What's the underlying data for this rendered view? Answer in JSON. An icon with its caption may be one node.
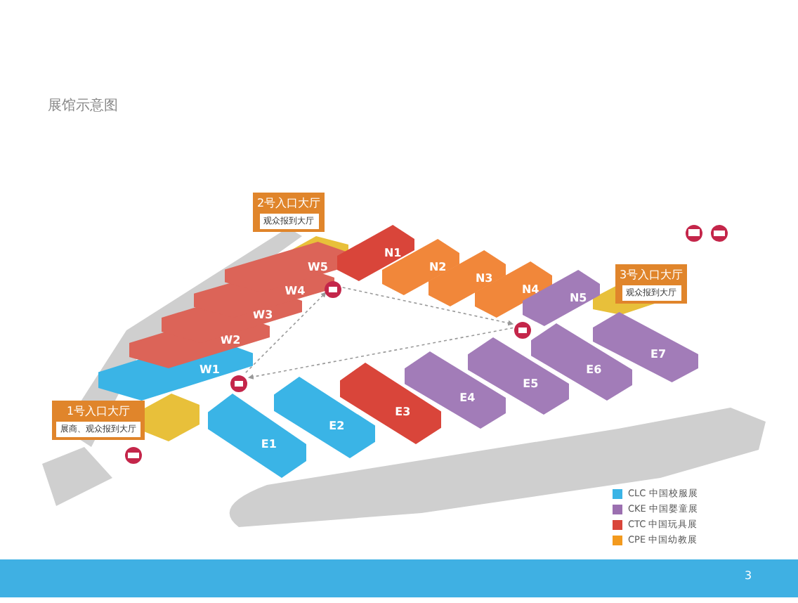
{
  "diagram": {
    "title": "展馆示意图",
    "nodes": [
      {
        "text": [
          "W1"
        ]
      },
      {
        "text": [
          "W2"
        ]
      },
      {
        "text": [
          "W3"
        ]
      },
      {
        "text": [
          "W4"
        ]
      },
      {
        "text": [
          "W5"
        ]
      },
      {
        "text": [
          "N1"
        ]
      },
      {
        "text": [
          "N2"
        ]
      },
      {
        "text": [
          "N3"
        ]
      },
      {
        "text": [
          "N4"
        ]
      },
      {
        "text": [
          "N5"
        ]
      },
      {
        "text": [
          "E1"
        ]
      },
      {
        "text": [
          "E2"
        ]
      },
      {
        "text": [
          "E3"
        ]
      },
      {
        "text": [
          "E4"
        ]
      },
      {
        "text": [
          "E5"
        ]
      },
      {
        "text": [
          "E6"
        ]
      },
      {
        "text": [
          "E7"
        ]
      },
      {
        "text": [
          "1号入口大厅",
          "展商、观众报到大厅"
        ]
      },
      {
        "text": [
          "2号入口大厅",
          "观众报到大厅"
        ]
      },
      {
        "text": [
          "3号入口大厅",
          "观众报到大厅"
        ]
      },
      {
        "text": [],
        "shape": "circle"
      },
      {
        "text": [],
        "shape": "circle"
      },
      {
        "text": [],
        "shape": "circle"
      }
    ],
    "edges": [
      {
        "from": 20,
        "to": 21,
        "arrow": "to",
        "style": "dashed"
      },
      {
        "from": 21,
        "to": 22,
        "arrow": "to",
        "style": "dashed"
      },
      {
        "from": 22,
        "to": 20,
        "arrow": "to",
        "style": "dashed"
      }
    ],
    "labels": [
      "3"
    ],
    "legend": [
      {
        "text": "CLC 中国校服展",
        "color": "#3ab4e6"
      },
      {
        "text": "CKE 中国婴童展",
        "color": "#9b6fb0"
      },
      {
        "text": "CTC 中国玩具展",
        "color": "#d9453a"
      },
      {
        "text": "CPE 中国幼教展",
        "color": "#f39a1e"
      }
    ]
  }
}
